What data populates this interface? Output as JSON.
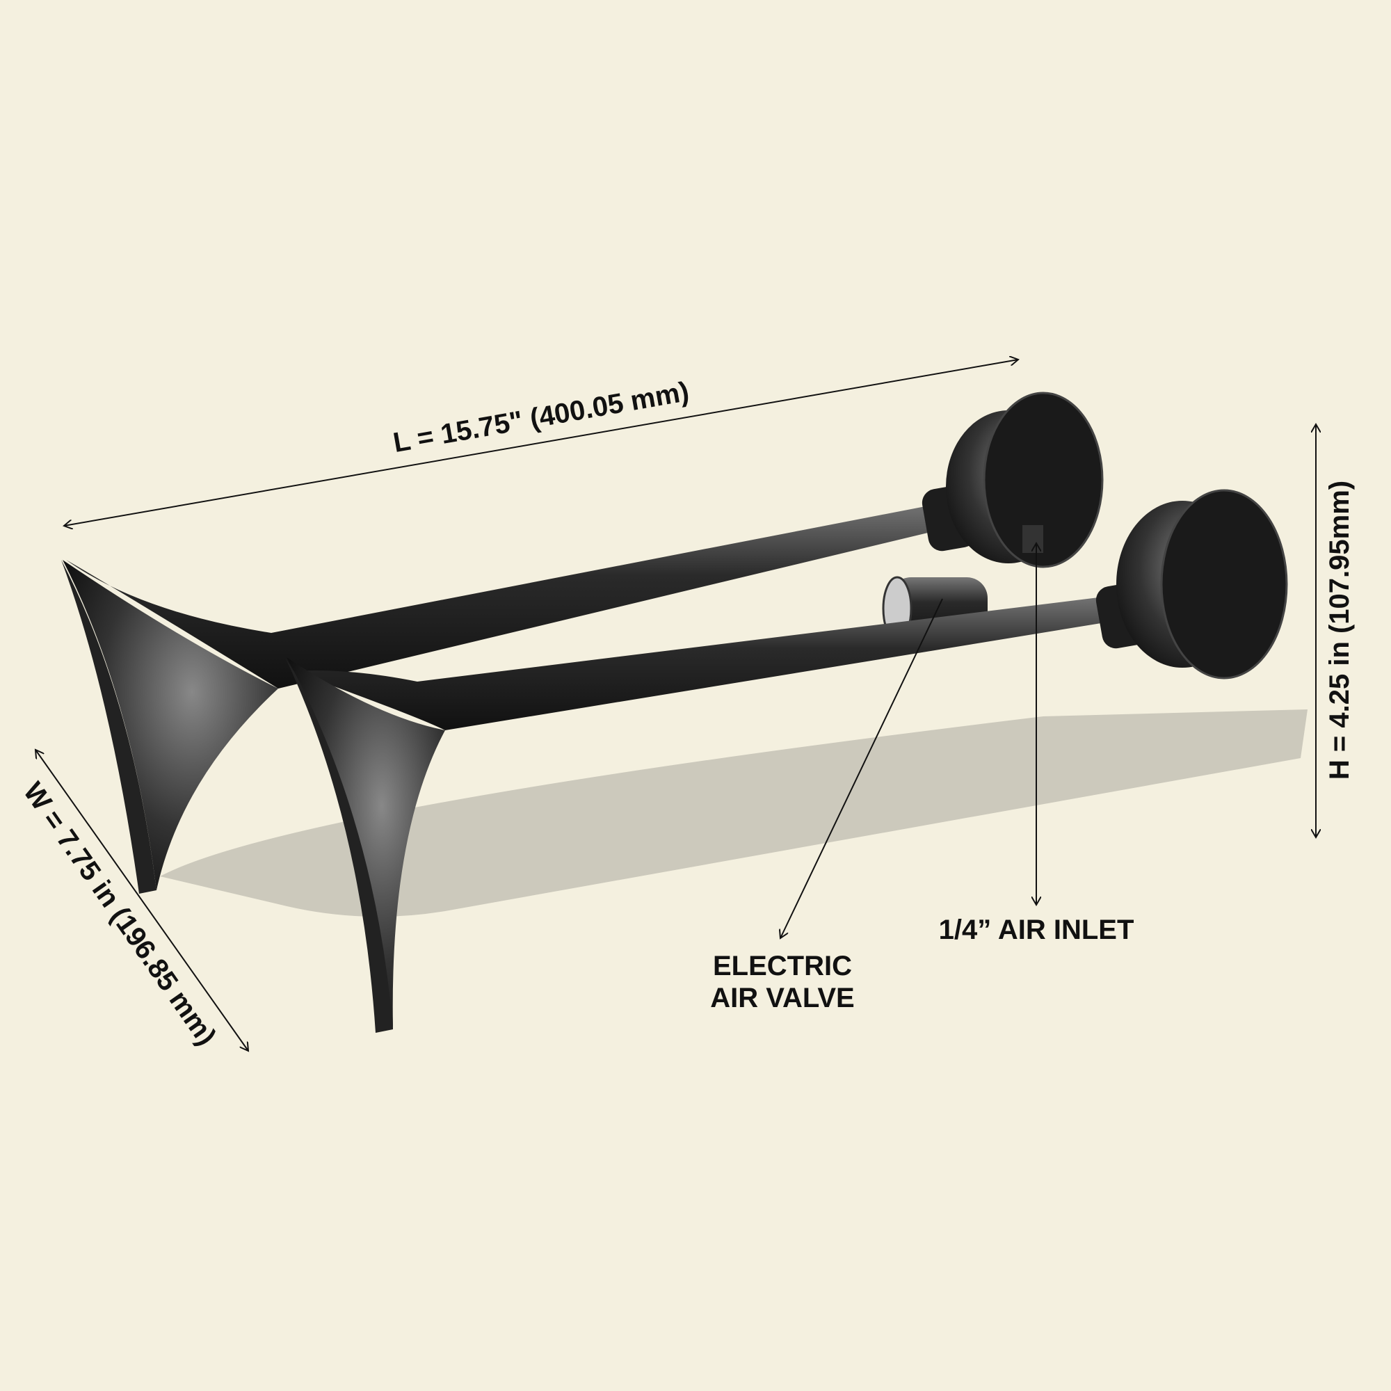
{
  "dimensions": {
    "length": "L = 15.75\" (400.05 mm)",
    "height": "H = 4.25 in (107.95mm)",
    "width": "W = 7.75 in (196.85 mm)"
  },
  "callouts": {
    "air_inlet": "1/4” AIR INLET",
    "valve_line1": "ELECTRIC",
    "valve_line2": "AIR VALVE"
  },
  "colors": {
    "background": "#f4f0df",
    "ink": "#111111",
    "metal": "#2b2b2b"
  }
}
